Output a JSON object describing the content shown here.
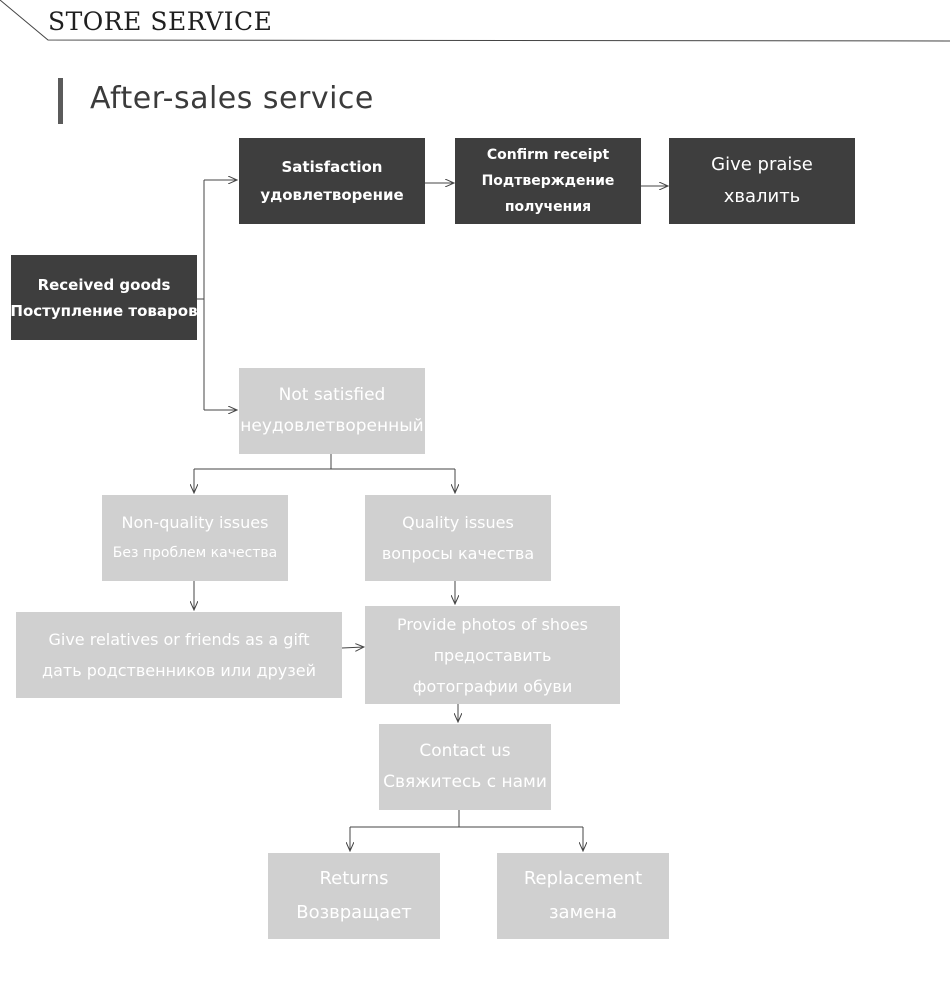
{
  "header": {
    "store_title": "STORE SERVICE"
  },
  "section": {
    "title": "After-sales service"
  },
  "nodes": {
    "received": {
      "en": "Received goods",
      "ru": "Поступление товаров"
    },
    "satisfaction": {
      "en": "Satisfaction",
      "ru": "удовлетворение"
    },
    "confirm": {
      "en": "Confirm receipt",
      "ru1": "Подтверждение",
      "ru2": "получения"
    },
    "praise": {
      "en": "Give praise",
      "ru": "хвалить"
    },
    "not_satisfied": {
      "en": "Not satisfied",
      "ru": "неудовлетворенный"
    },
    "non_quality": {
      "en": "Non-quality issues",
      "ru": "Без проблем качества"
    },
    "quality": {
      "en": "Quality issues",
      "ru": "вопросы качества"
    },
    "gift": {
      "en": "Give relatives or friends as a gift",
      "ru": "дать родственников или друзей"
    },
    "photos": {
      "en": "Provide photos of shoes",
      "ru1": "предоставить",
      "ru2": "фотографии обуви"
    },
    "contact": {
      "en": "Contact us",
      "ru": "Свяжитесь с нами"
    },
    "returns": {
      "en": "Returns",
      "ru": "Возвращает"
    },
    "replacement": {
      "en": "Replacement",
      "ru": "замена"
    }
  },
  "colors": {
    "dark_box": "#3e3e3e",
    "light_box": "#d0d0d0",
    "connector": "#444444"
  }
}
